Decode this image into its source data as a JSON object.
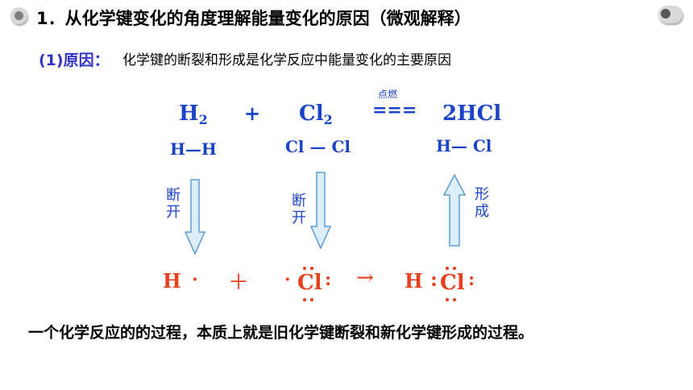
{
  "title": "1．从化学键变化的角度理解能量变化的原因（微观解释）",
  "reason": {
    "label": "(1)原因：",
    "text": "化学键的断裂和形成是化学反应中能量变化的主要原因"
  },
  "equation": {
    "h2": "H",
    "h2_sub": "2",
    "plus": "+",
    "cl2": "Cl",
    "cl2_sub": "2",
    "condition": "点燃",
    "eq_sign": "===",
    "product": "2HCl",
    "h2_structure": "H—H",
    "cl2_structure": "Cl — Cl",
    "hcl_structure": "H— Cl"
  },
  "arrows": {
    "break_left": "断开",
    "break_right": "断开",
    "form": "形成"
  },
  "electron_dot": {
    "h_atom": "H",
    "h_dot": "·",
    "plus": "＋",
    "cl_dot": "·",
    "cl_atom": "Cl",
    "cl_colon": ":",
    "arrow": "→",
    "hcl_h": "H",
    "hcl_colon": ":",
    "hcl_cl": "Cl",
    "hcl_colon2": ":"
  },
  "conclusion": "一个化学反应的的过程，本质上就是旧化学键断裂和新化学键形成的过程。",
  "colors": {
    "blue": "#1a44c8",
    "red": "#e8401c",
    "label_blue": "#3333cc",
    "arrow_fill": "#dceefa",
    "arrow_stroke": "#5b9bd5"
  }
}
